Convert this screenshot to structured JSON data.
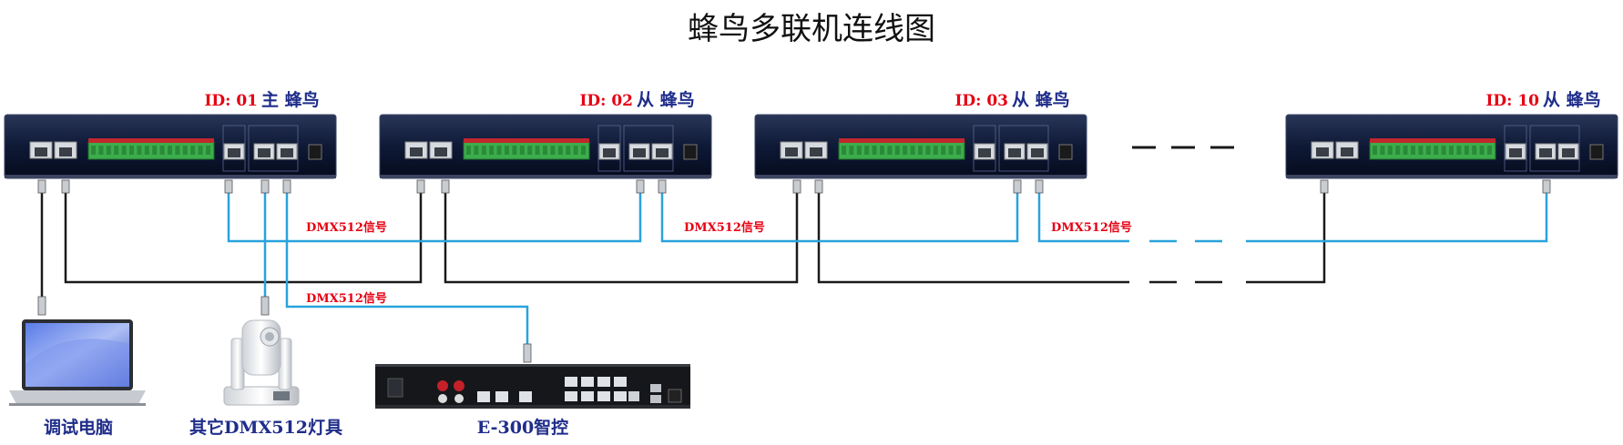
{
  "title": "蜂鸟多联机连线图",
  "controllers": [
    {
      "id": "ID: 01",
      "role": "主 蜂鸟"
    },
    {
      "id": "ID: 02",
      "role": "从 蜂鸟"
    },
    {
      "id": "ID: 03",
      "role": "从 蜂鸟"
    },
    {
      "id": "ID: 10",
      "role": "从 蜂鸟"
    }
  ],
  "signal_label": "DMX512信号",
  "devices": {
    "laptop": "调试电脑",
    "moving_head": "其它DMX512灯具",
    "smart_controller": "E-300智控"
  },
  "colors": {
    "dmx_cable": "#29a3dc",
    "net_cable": "#1a1a1a",
    "id_text": "#e60012",
    "role_text": "#1f2d8a",
    "unit_body": "#0d1a3a"
  }
}
